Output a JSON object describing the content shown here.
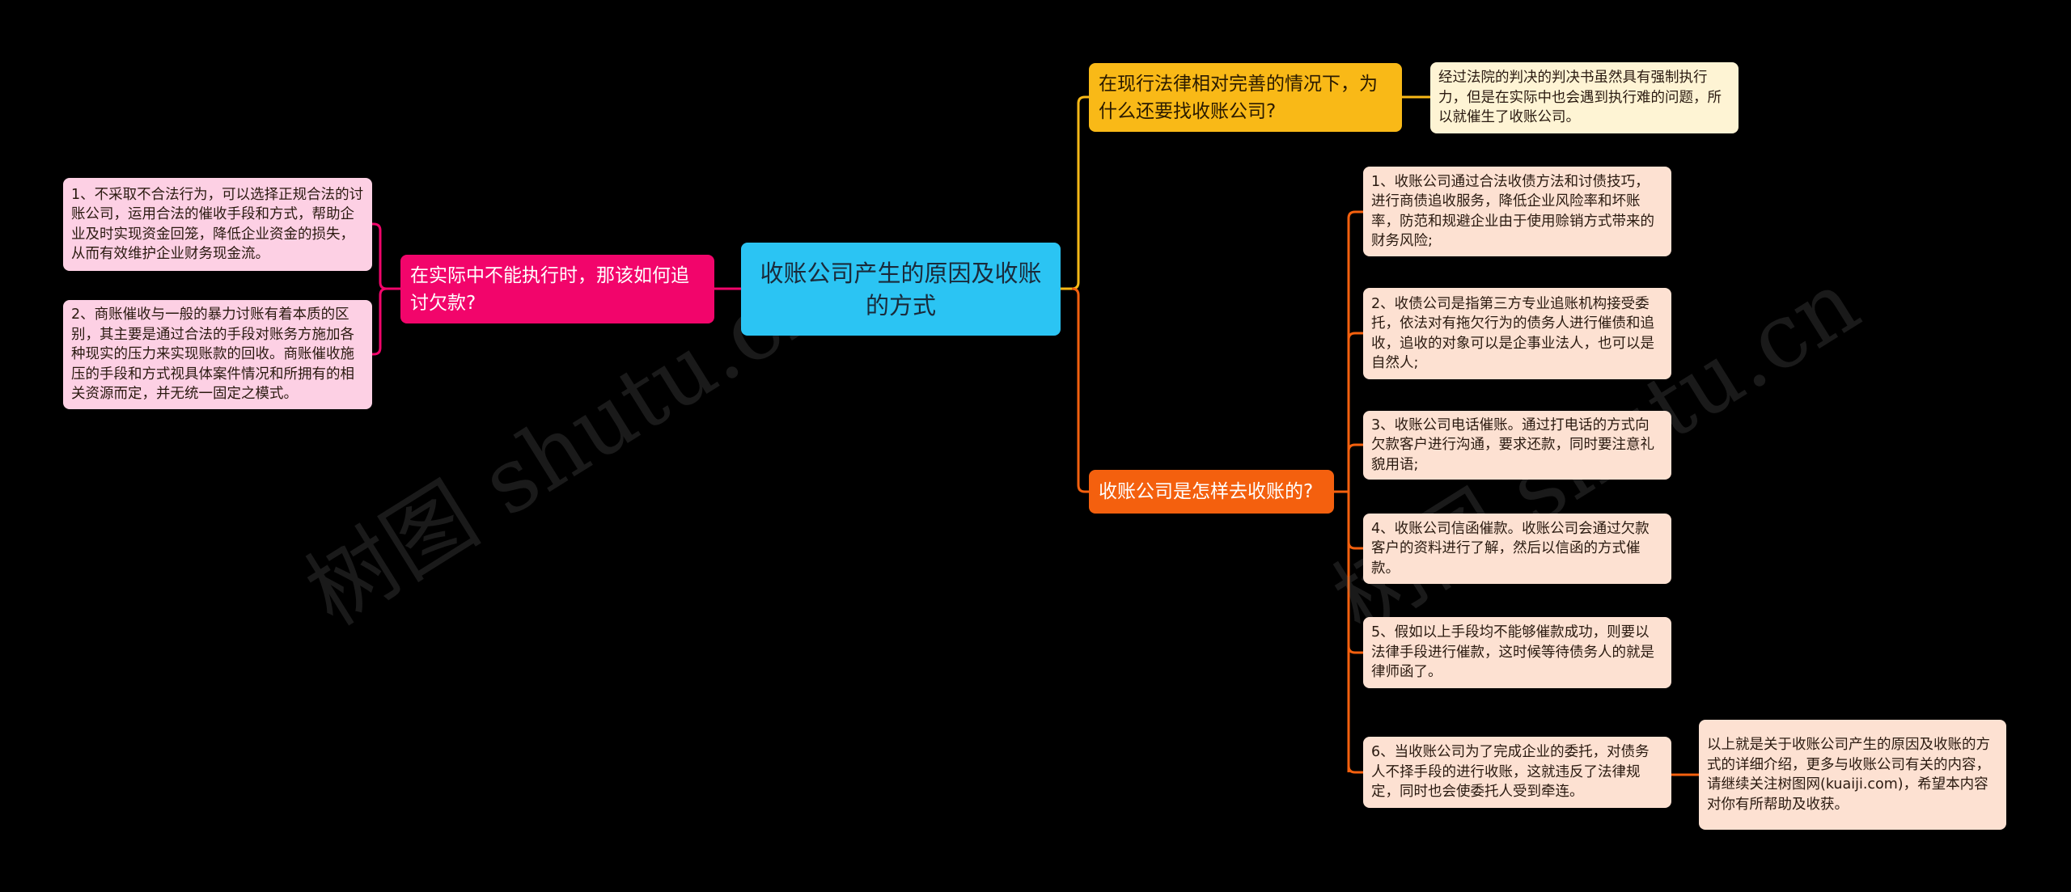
{
  "center": {
    "label": "收账公司产生的原因及收账的方式"
  },
  "left_branch": {
    "label": "在实际中不能执行时，那该如何追讨欠款?",
    "color": "#f2056b",
    "children": [
      "1、不采取不合法行为，可以选择正规合法的讨账公司，运用合法的催收手段和方式，帮助企业及时实现资金回笼，降低企业资金的损失，从而有效维护企业财务现金流。",
      "2、商账催收与一般的暴力讨账有着本质的区别，其主要是通过合法的手段对账务方施加各种现实的压力来实现账款的回收。商账催收施压的手段和方式视具体案件情况和所拥有的相关资源而定，并无统一固定之模式。"
    ]
  },
  "right_branches": [
    {
      "label": "在现行法律相对完善的情况下，为什么还要找收账公司?",
      "color": "#f9b917",
      "children": [
        "经过法院的判决的判决书虽然具有强制执行力，但是在实际中也会遇到执行难的问题，所以就催生了收账公司。"
      ]
    },
    {
      "label": "收账公司是怎样去收账的?",
      "color": "#f4600e",
      "children": [
        "1、收账公司通过合法收债方法和讨债技巧，进行商债追收服务，降低企业风险率和坏账率，防范和规避企业由于使用赊销方式带来的财务风险;",
        "2、收债公司是指第三方专业追账机构接受委托，依法对有拖欠行为的债务人进行催债和追收，追收的对象可以是企事业法人，也可以是自然人;",
        "3、收账公司电话催账。通过打电话的方式向欠款客户进行沟通，要求还款，同时要注意礼貌用语;",
        "4、收账公司信函催款。收账公司会通过欠款客户的资料进行了解，然后以信函的方式催款。",
        "5、假如以上手段均不能够催款成功，则要以法律手段进行催款，这时候等待债务人的就是律师函了。",
        "6、当收账公司为了完成企业的委托，对债务人不择手段的进行收账，这就违反了法律规定，同时也会使委托人受到牵连。"
      ],
      "summary": "以上就是关于收账公司产生的原因及收账的方式的详细介绍，更多与收账公司有关的内容，请继续关注树图网(kuaiji.com)，希望本内容对你有所帮助及收获。"
    }
  ],
  "watermark": "树图 shutu.cn"
}
